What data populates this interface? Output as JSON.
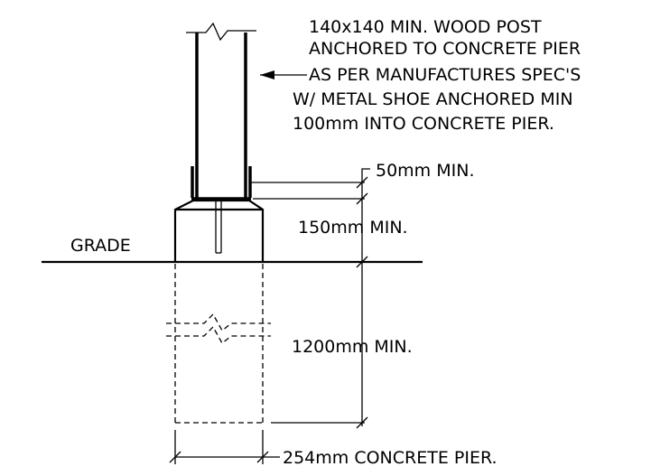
{
  "note_post": [
    "140x140 MIN. WOOD POST",
    "ANCHORED TO CONCRETE PIER",
    "AS PER MANUFACTURES SPEC'S",
    "W/ METAL SHOE ANCHORED MIN",
    "100mm INTO CONCRETE PIER."
  ],
  "dim_shoe": "50mm MIN.",
  "dim_above_grade": "150mm MIN.",
  "grade_label": "GRADE",
  "dim_depth": "1200mm MIN.",
  "dim_width": "254mm CONCRETE PIER."
}
